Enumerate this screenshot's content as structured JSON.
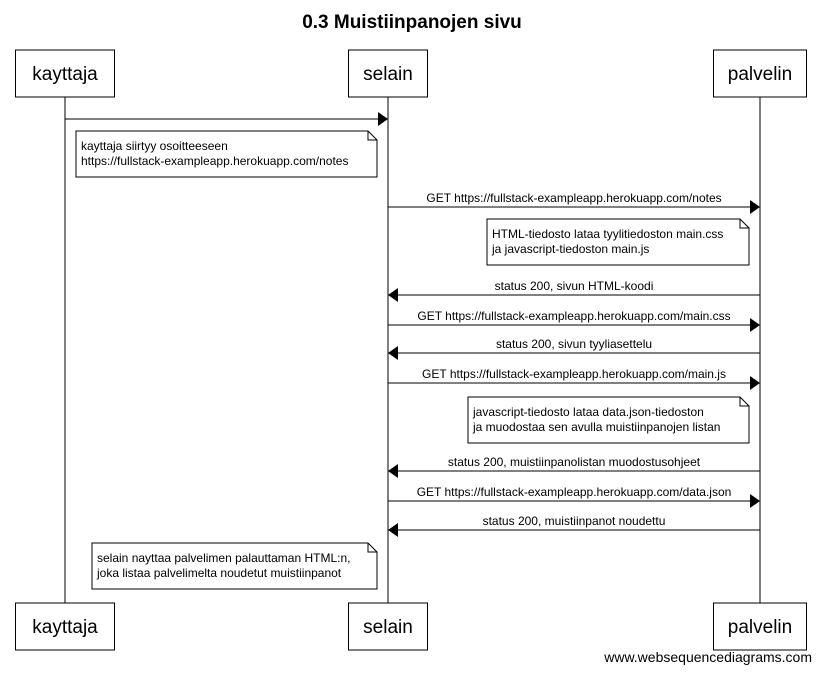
{
  "title": "0.3 Muistiinpanojen sivu",
  "actors": [
    {
      "id": "kayttaja",
      "label": "kayttaja"
    },
    {
      "id": "selain",
      "label": "selain"
    },
    {
      "id": "palvelin",
      "label": "palvelin"
    }
  ],
  "steps": [
    {
      "kind": "message",
      "from": "kayttaja",
      "to": "selain",
      "label": ""
    },
    {
      "kind": "note",
      "over": "selain",
      "side": "left",
      "lines": [
        "kayttaja siirtyy osoitteeseen",
        "https://fullstack-exampleapp.herokuapp.com/notes"
      ]
    },
    {
      "kind": "message",
      "from": "selain",
      "to": "palvelin",
      "label": "GET https://fullstack-exampleapp.herokuapp.com/notes"
    },
    {
      "kind": "note",
      "over": "palvelin",
      "side": "left",
      "lines": [
        "HTML-tiedosto lataa tyylitiedoston main.css",
        "ja javascript-tiedoston main.js"
      ]
    },
    {
      "kind": "message",
      "from": "palvelin",
      "to": "selain",
      "label": "status 200, sivun HTML-koodi"
    },
    {
      "kind": "message",
      "from": "selain",
      "to": "palvelin",
      "label": "GET https://fullstack-exampleapp.herokuapp.com/main.css"
    },
    {
      "kind": "message",
      "from": "palvelin",
      "to": "selain",
      "label": "status 200, sivun tyyliasettelu"
    },
    {
      "kind": "message",
      "from": "selain",
      "to": "palvelin",
      "label": "GET https://fullstack-exampleapp.herokuapp.com/main.js"
    },
    {
      "kind": "note",
      "over": "palvelin",
      "side": "left",
      "lines": [
        "javascript-tiedosto lataa data.json-tiedoston",
        "ja muodostaa sen avulla muistiinpanojen listan"
      ]
    },
    {
      "kind": "message",
      "from": "palvelin",
      "to": "selain",
      "label": "status 200, muistiinpanolistan muodostusohjeet"
    },
    {
      "kind": "message",
      "from": "selain",
      "to": "palvelin",
      "label": "GET https://fullstack-exampleapp.herokuapp.com/data.json"
    },
    {
      "kind": "message",
      "from": "palvelin",
      "to": "selain",
      "label": "status 200, muistiinpanot noudettu"
    },
    {
      "kind": "note",
      "over": "selain",
      "side": "left",
      "lines": [
        "selain nayttaa palvelimen palauttaman HTML:n,",
        "joka listaa palvelimelta noudetut muistiinpanot"
      ]
    }
  ],
  "footer": "www.websequencediagrams.com"
}
